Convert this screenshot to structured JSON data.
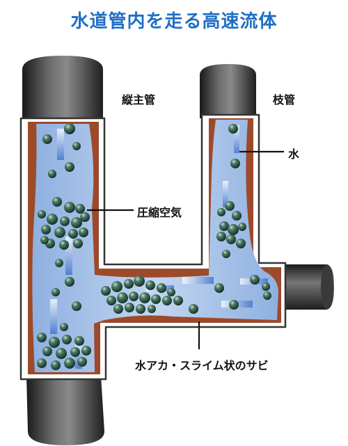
{
  "title": "水道管内を走る高速流体",
  "labels": {
    "main_pipe": "縦主管",
    "branch_pipe": "枝管",
    "water": "水",
    "compressed_air": "圧縮空気",
    "scale": "水アカ・スライム状のサビ"
  },
  "colors": {
    "title": "#1f6fc5",
    "water": "#a9c3e6",
    "rust": "#9c4a2a",
    "pipe_dark": "#2e2e2e",
    "bubble": "#2f5a45"
  }
}
